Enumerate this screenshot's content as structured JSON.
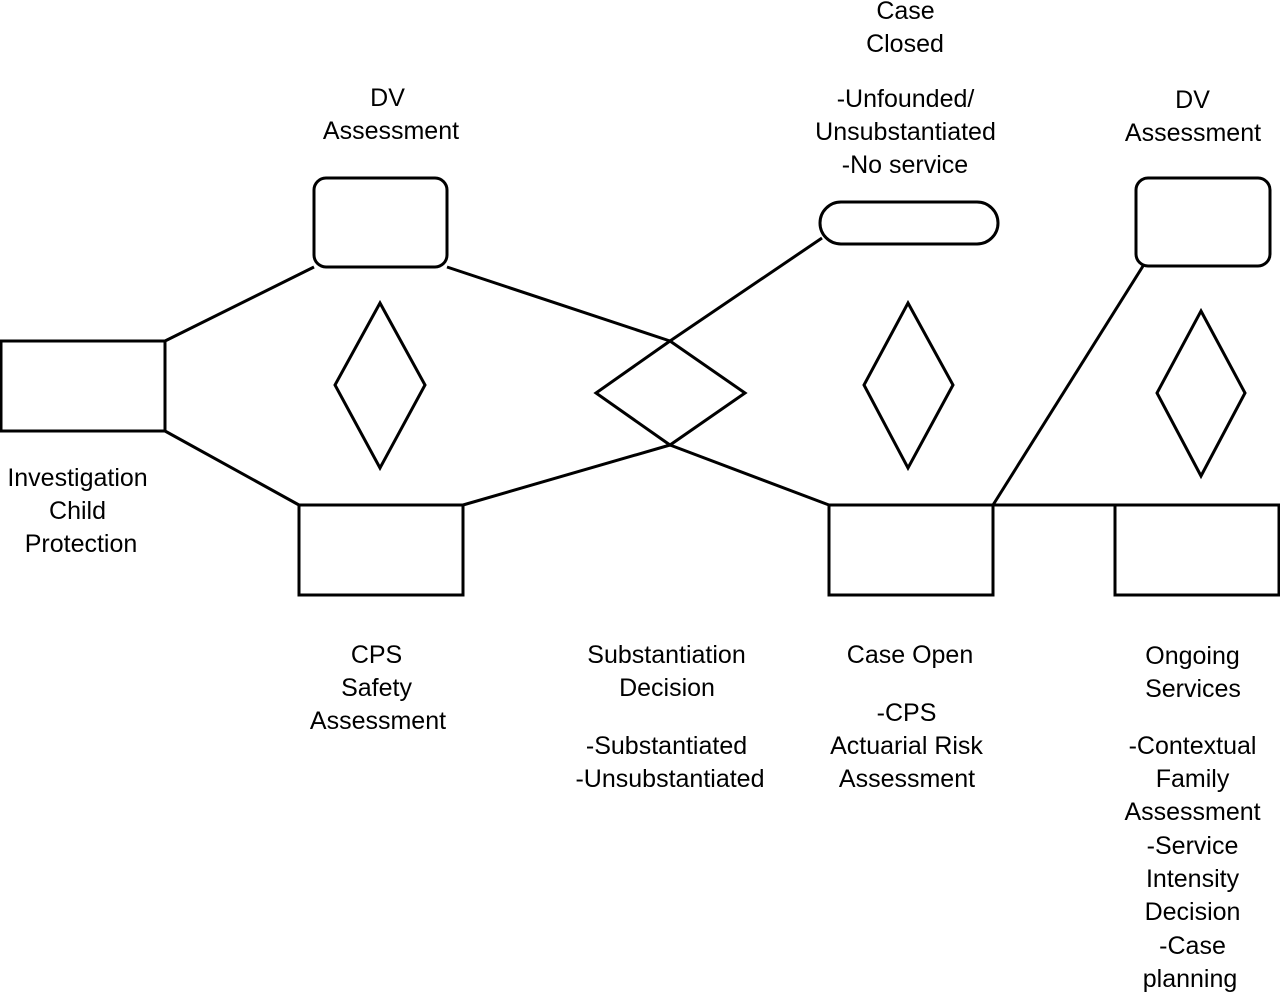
{
  "colors": {
    "stroke": "#000000",
    "background": "#ffffff"
  },
  "nodes": {
    "investigation": {
      "label_lines": [
        "Investigation",
        "Child",
        "Protection"
      ]
    },
    "dv_assessment_left": {
      "label_lines": [
        "DV",
        "Assessment"
      ]
    },
    "cps_safety": {
      "label_lines": [
        "CPS",
        "Safety",
        "Assessment"
      ]
    },
    "substantiation": {
      "label_lines": [
        "Substantiation",
        "Decision"
      ],
      "detail_lines": [
        "-Substantiated",
        "-Unsubstantiated"
      ]
    },
    "case_closed": {
      "label_lines": [
        "Case",
        "Closed"
      ],
      "detail_lines": [
        "-Unfounded/",
        "Unsubstantiated",
        "-No service"
      ]
    },
    "case_open": {
      "label_lines": [
        "Case Open"
      ],
      "detail_lines": [
        "-CPS",
        "Actuarial Risk",
        "Assessment"
      ]
    },
    "dv_assessment_right": {
      "label_lines": [
        "DV",
        "Assessment"
      ]
    },
    "ongoing_services": {
      "label_lines": [
        "Ongoing",
        "Services"
      ],
      "detail_lines": [
        "-Contextual",
        "Family",
        "Assessment",
        "-Service",
        "Intensity",
        "Decision",
        "-Case",
        "planning"
      ]
    }
  }
}
